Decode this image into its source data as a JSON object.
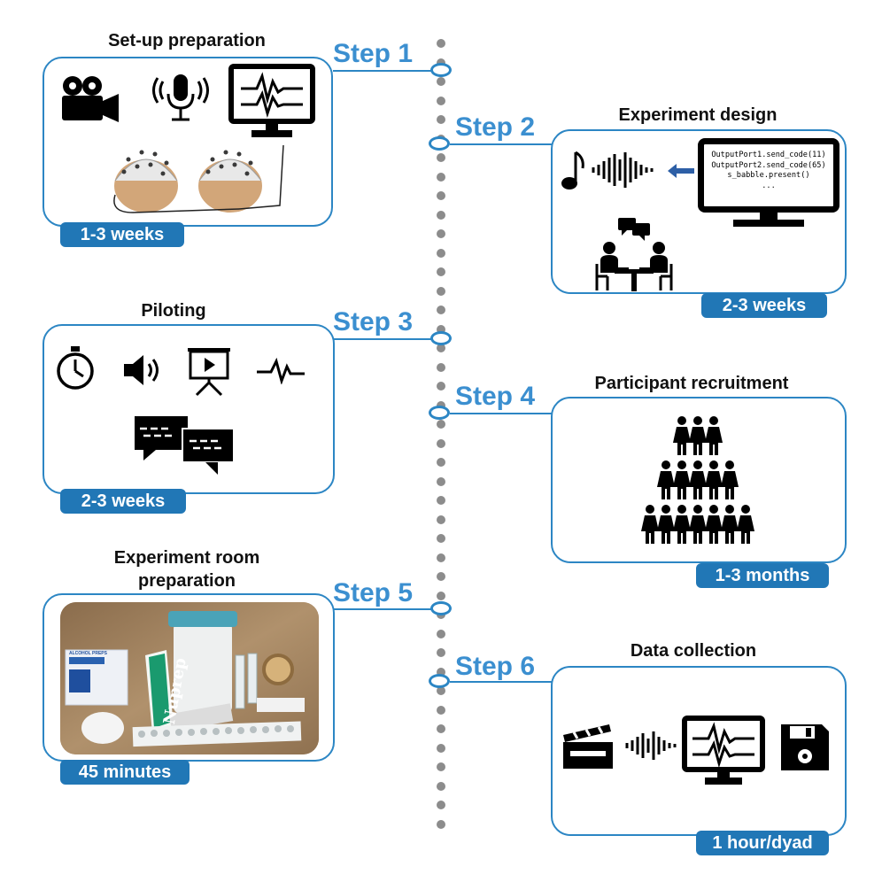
{
  "steps": [
    {
      "label": "Step 1",
      "title": "Set-up preparation",
      "duration": "1-3 weeks"
    },
    {
      "label": "Step 2",
      "title": "Experiment design",
      "duration": "2-3 weeks",
      "code": [
        "OutputPort1.send_code(11)",
        "OutputPort2.send_code(65)",
        "s_babble.present()",
        "..."
      ]
    },
    {
      "label": "Step 3",
      "title": "Piloting",
      "duration": "2-3 weeks"
    },
    {
      "label": "Step 4",
      "title": "Participant recruitment",
      "duration": "1-3 months"
    },
    {
      "label": "Step 5",
      "title": "Experiment room preparation",
      "title_lines": [
        "Experiment room",
        "preparation"
      ],
      "duration": "45 minutes",
      "photo_text": {
        "nuprep": "Nuprep",
        "wipes": "ALCOHOL PREPS"
      }
    },
    {
      "label": "Step 6",
      "title": "Data collection",
      "duration": "1 hour/dyad"
    }
  ],
  "colors": {
    "accent": "#2c86c4",
    "badge": "#2177b6",
    "step_text": "#3b8fd0",
    "timeline": "#8c8c8c"
  },
  "icons": {
    "step1": [
      "video-camera-icon",
      "microphone-icon",
      "eeg-monitor-icon",
      "eeg-cap-head-icon"
    ],
    "step2": [
      "music-note-icon",
      "sound-wave-icon",
      "arrow-left-icon",
      "code-monitor-icon",
      "meeting-icon"
    ],
    "step3": [
      "stopwatch-icon",
      "speaker-icon",
      "presentation-icon",
      "signal-icon",
      "chat-bubbles-icon"
    ],
    "step4": [
      "people-pyramid-icon"
    ],
    "step6": [
      "clapperboard-icon",
      "sound-wave-icon",
      "eeg-monitor-icon",
      "floppy-disk-icon"
    ]
  }
}
